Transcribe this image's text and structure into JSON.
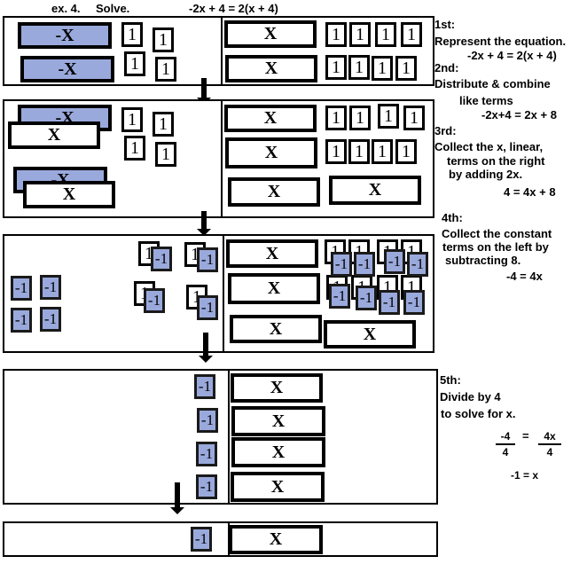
{
  "header": {
    "example": "ex. 4.",
    "instruction": "Solve.",
    "equation": "-2x + 4 = 2(x + 4)"
  },
  "tiles": {
    "x_label": "X",
    "neg_x_label": "-X",
    "one_label": "1",
    "neg_one_label": "-1",
    "neg_color": "#9aa9dc"
  },
  "steps": [
    {
      "title": "1st:",
      "lines": [
        "Represent the equation.",
        "-2x + 4 = 2(x + 4)"
      ]
    },
    {
      "title": "2nd:",
      "lines": [
        "Distribute & combine",
        "like terms",
        "-2x+4 = 2x + 8"
      ]
    },
    {
      "title": "3rd:",
      "lines": [
        "Collect the x, linear,",
        "terms on the right",
        "by adding 2x.",
        "4 = 4x + 8"
      ]
    },
    {
      "title": "4th:",
      "lines": [
        "Collect the constant",
        "terms on the left by",
        "subtracting 8.",
        "-4 = 4x"
      ]
    },
    {
      "title": "5th:",
      "lines": [
        "Divide by 4",
        "to solve for x."
      ],
      "fraction_left": {
        "num": "-4",
        "den": "4"
      },
      "equals": "=",
      "fraction_right": {
        "num": "4x",
        "den": "4"
      },
      "result": "-1 = x"
    }
  ]
}
